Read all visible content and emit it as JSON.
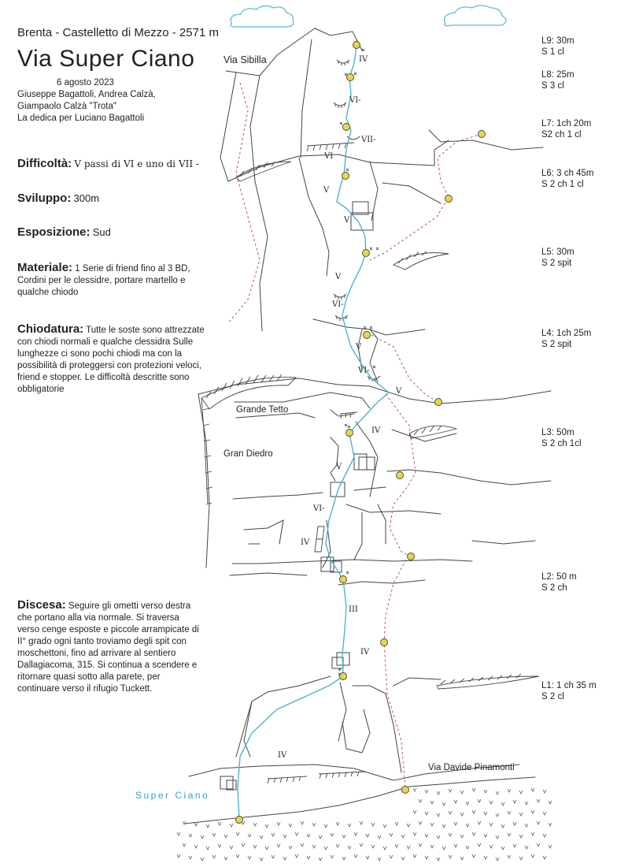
{
  "header": {
    "location": "Brenta - Castelletto di Mezzo - 2571 m",
    "title": "Via Super Ciano",
    "date": "6 agosto 2023",
    "climbers_1": "Giuseppe Bagattoli, Andrea Calzà,",
    "climbers_2": "Giampaolo Calzà \"Trota\"",
    "dedication": "La dedica per Luciano Bagattoli"
  },
  "info": {
    "difficolta_label": "Difficoltà:",
    "difficolta_value": "V passi di VI e uno di VII -",
    "sviluppo_label": "Sviluppo:",
    "sviluppo_value": "300m",
    "esposizione_label": "Esposizione:",
    "esposizione_value": "Sud",
    "materiale_label": "Materiale:",
    "materiale_value": "1 Serie di friend fino al 3 BD, Cordini per le clessidre, portare martello e qualche chiodo",
    "chiodatura_label": "Chiodatura:",
    "chiodatura_value": "Tutte le soste sono attrezzate con chiodi normali e qualche clessidra Sulle lunghezze ci sono pochi chiodi ma con la possibilità di proteggersi con protezioni veloci, friend e stopper. Le difficoltà descritte sono obbligatorie",
    "discesa_label": "Discesa:",
    "discesa_value": "Seguire gli ometti verso destra che portano alla via normale. Si traversa verso cenge esposte e piccole arrampicate di II° grado ogni tanto troviamo degli spit con moschettoni, fino ad arrivare al sentiero Dallagiacoma, 315. Si continua a scendere e ritornare quasi sotto alla parete, per continuare verso il rifugio Tuckett."
  },
  "pitches": [
    {
      "name": "L9: 30m",
      "detail": "S 1 cl"
    },
    {
      "name": "L8: 25m",
      "detail": "S 3 cl"
    },
    {
      "name": "L7: 1ch 20m",
      "detail": "S2 ch 1 cl"
    },
    {
      "name": "L6: 3 ch 45m",
      "detail": "S 2 ch 1 cl"
    },
    {
      "name": "L5: 30m",
      "detail": "S 2 spit"
    },
    {
      "name": "L4: 1ch 25m",
      "detail": "S 2 spit"
    },
    {
      "name": "L3: 50m",
      "detail": "S 2 ch 1cl"
    },
    {
      "name": "L2: 50 m",
      "detail": "S 2 ch"
    },
    {
      "name": "L1: 1 ch 35 m",
      "detail": "S 2 cl"
    }
  ],
  "labels": {
    "via_sibilla": "Via Sibilla",
    "grande_tetto": "Grande Tetto",
    "gran_diedro": "Gran Diedro",
    "via_davide": "Via Davide Pinamonti",
    "route_name": "Super Ciano"
  },
  "grades": {
    "g1": "IV",
    "g2": "VI-",
    "g3": "VII-",
    "g4": "VI",
    "g5": "V",
    "g6": "V",
    "g7": "V",
    "g8": "VI-",
    "g9": "V",
    "g10": "VI-",
    "g11": "V",
    "g12": "IV",
    "g13": "V",
    "g14": "VI-",
    "g15": "IV",
    "g16": "III",
    "g17": "IV",
    "g18": "IV"
  },
  "colors": {
    "route": "#4fb3d0",
    "other_route": "#c0505a",
    "belay_fill": "#e8d648",
    "rock_line": "#444444",
    "cloud": "#5bbbd8"
  }
}
